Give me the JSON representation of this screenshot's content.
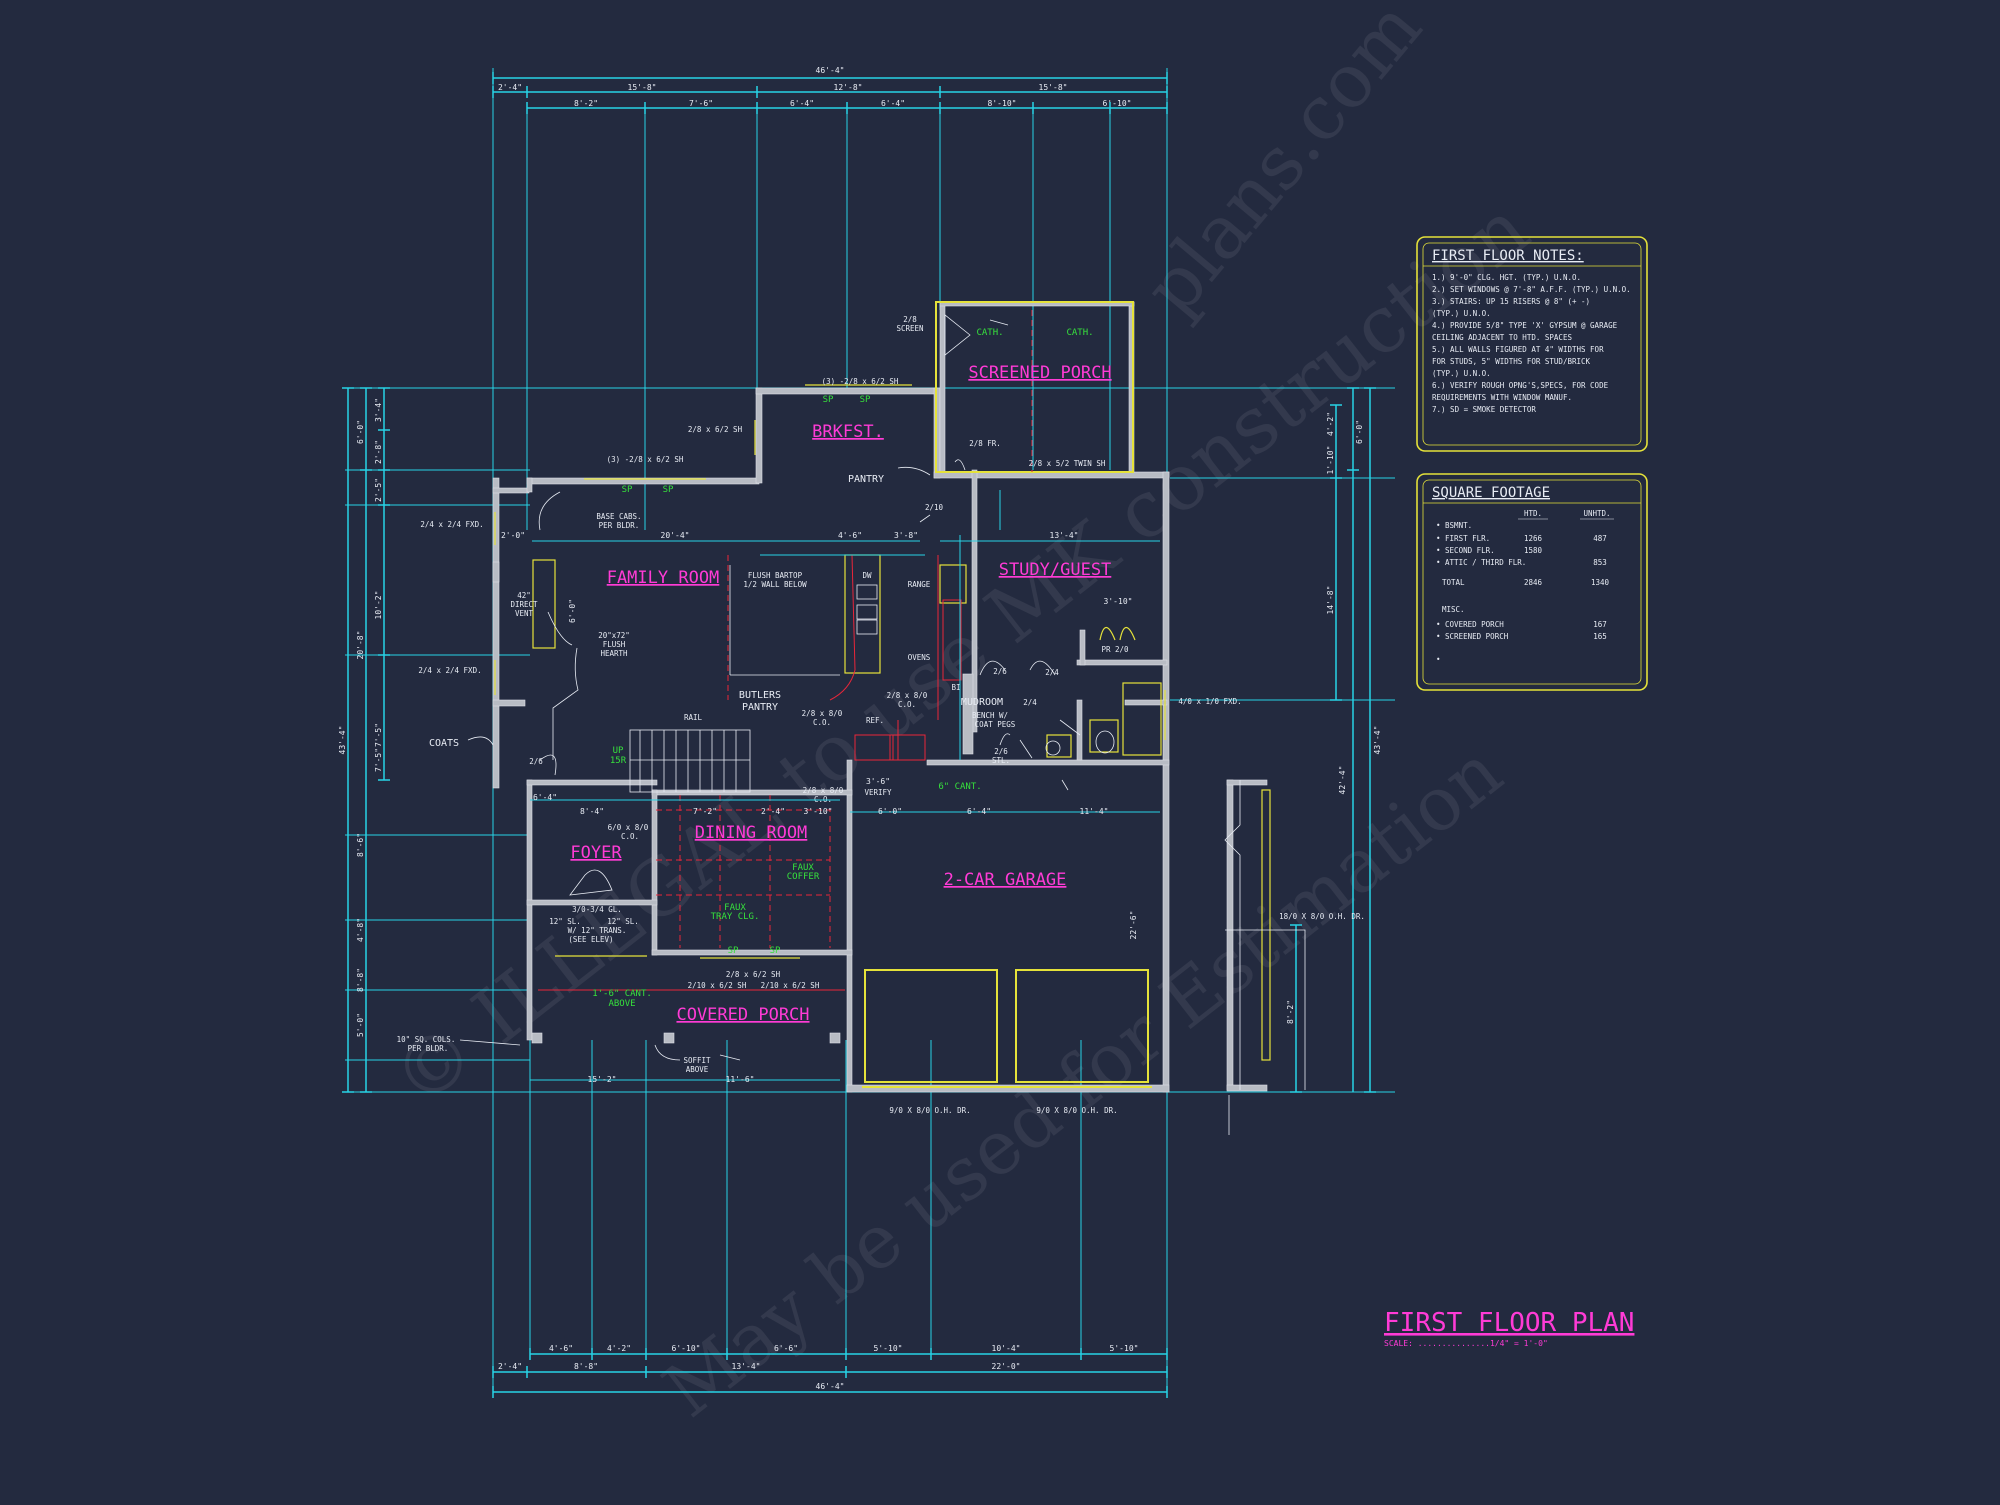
{
  "rooms": {
    "screened_porch": "SCREENED PORCH",
    "brkfst": "BRKFST.",
    "family_room": "FAMILY ROOM",
    "study_guest": "STUDY/GUEST",
    "dining_room": "DINING ROOM",
    "foyer": "FOYER",
    "garage": "2-CAR GARAGE",
    "covered_porch": "COVERED PORCH",
    "mudroom": "MUDROOM"
  },
  "labels": {
    "screen": [
      "2/8",
      "SCREEN"
    ],
    "cath1": "CATH.",
    "cath2": "CATH.",
    "brk_window": "(3) -2/8 x 6/2 SH",
    "win_286": "2/8 x 6/2 SH",
    "win_fam": "(3) -2/8 x 6/2 SH",
    "fr_door": "2/8 FR.",
    "twin_sh": "2/8 x 5/2 TWIN SH",
    "pantry": "PANTRY",
    "d210": "2/10",
    "base_cabs": [
      "BASE CABS.",
      "PER BLDR."
    ],
    "fxd_upper": "2/4 x 2/4 FXD.",
    "fxd_lower": "2/4 x 2/4 FXD.",
    "direct_vent": [
      "42\"",
      "DIRECT",
      "VENT"
    ],
    "hearth": [
      "20\"x72\"",
      "FLUSH",
      "HEARTH"
    ],
    "bartop": [
      "FLUSH BARTOP",
      "1/2 WALL BELOW"
    ],
    "dw": "DW",
    "range": "RANGE",
    "ovens": "OVENS",
    "co_28": [
      "2/8 x 8/0",
      "C.O."
    ],
    "butlers": [
      "BUTLERS",
      "PANTRY"
    ],
    "co_28b": [
      "2/8 x 8/0",
      "C.O."
    ],
    "ref": "REF.",
    "rail": "RAIL",
    "up": [
      "UP",
      "15R"
    ],
    "coats": "COATS",
    "d26_coat": "2/6",
    "d26_study": "2/6",
    "d24a": "2/4",
    "d24b": "2/4",
    "pr": "PR 2/0",
    "bench": [
      "BENCH W/",
      "COAT PEGS"
    ],
    "d26stl": [
      "2/6",
      "STL."
    ],
    "cant": "6\" CANT.",
    "verify": "VERIFY",
    "co_28c": [
      "2/8 x 8/0",
      "C.O."
    ],
    "co_610": [
      "6/0 x 8/0",
      "C.O."
    ],
    "faux_coffer": [
      "FAUX",
      "COFFER"
    ],
    "faux_tray": [
      "FAUX",
      "TRAY CLG."
    ],
    "sidelight": [
      "3/0-3/4 GL.",
      "W/ 12\" TRANS.",
      "(SEE ELEV)"
    ],
    "sl_left": "12\" SL.",
    "sl_right": "12\" SL.",
    "cant_above": [
      "1'-6\" CANT.",
      "ABOVE"
    ],
    "porch_win_a": "2/8 x 6/2 SH",
    "porch_win_b": "2/10 x 6/2 SH",
    "porch_win_c": "2/10 x 6/2 SH",
    "cols": [
      "10\" SQ. COLS.",
      "PER BLDR."
    ],
    "soffit": [
      "SOFFIT",
      "ABOVE"
    ],
    "ohd_left": "9/0 X 8/0 O.H. DR.",
    "ohd_right": "9/0 X 8/0 O.H. DR.",
    "ohd_side": "18/0 X 8/0 O.H. DR.",
    "fxd_right": "4/0 x 1/0 FXD.",
    "bi": "BI",
    "sp": "SP"
  },
  "dims": {
    "top_overall": "46'-4\"",
    "top_row1": [
      "2'-4\"",
      "15'-8\"",
      "12'-8\"",
      "15'-8\""
    ],
    "top_row2": [
      "8'-2\"",
      "7'-6\"",
      "6'-4\"",
      "6'-4\"",
      "8'-10\"",
      "6'-10\""
    ],
    "bottom_overall": "46'-4\"",
    "bottom_row1": [
      "2'-4\"",
      "8'-8\"",
      "13'-4\"",
      "22'-0\""
    ],
    "bottom_row2": [
      "4'-6\"",
      "4'-2\"",
      "6'-10\"",
      "6'-6\"",
      "5'-10\"",
      "10'-4\"",
      "5'-10\""
    ],
    "left_overall": "43'-4\"",
    "left_mid": "20'-8\"",
    "left_top": [
      "6'-0\"",
      "3'-4\"",
      "2'-8\""
    ],
    "left_bot": [
      "7'-5\"",
      "8'-6\"",
      "4'-8\"",
      "8'-8\"",
      "5'-0\""
    ],
    "left_inner": [
      "2'-5\"",
      "10'-2\"",
      "7'-5\""
    ],
    "right_overall": "43'-4\"",
    "right_top": [
      "6'-0\"",
      "4'-2\"",
      "42'-4\""
    ],
    "right_mid": [
      "1'-10\"",
      "14'-8\""
    ],
    "right_side": "8'-2\"",
    "int_family": "20'-4\"",
    "int_46": "4'-6\"",
    "int_38": "3'-8\"",
    "int_134": "13'-4\"",
    "int_310": "3'-10\"",
    "int_20": "2'-0\"",
    "int_64a": "6'-4\"",
    "int_84": "8'-4\"",
    "int_72": "7'-2\"",
    "int_24": "2'-4\"",
    "int_310b": "3'-10\"",
    "int_60": "6'-0\"",
    "int_64b": "6'-4\"",
    "int_114": "11'-4\"",
    "int_36": "3'-6\"",
    "int_150": "15'-2\"",
    "int_116": "11'-6\"",
    "int_60v": "6'-0\"",
    "int_22": "22'-6\""
  },
  "notes": {
    "title": "FIRST FLOOR NOTES:",
    "lines": [
      "1.) 9'-0\" CLG. HGT. (TYP.) U.N.O.",
      "2.) SET WINDOWS @ 7'-8\" A.F.F. (TYP.) U.N.O.",
      "3.) STAIRS: UP 15 RISERS @ 8\" (+ -)",
      "    (TYP.) U.N.O.",
      "4.) PROVIDE 5/8\" TYPE 'X' GYPSUM @ GARAGE",
      "    CEILING ADJACENT TO HTD. SPACES",
      "5.) ALL WALLS FIGURED AT 4\" WIDTHS FOR",
      "    FOR STUDS, 5\" WIDTHS FOR STUD/BRICK",
      "    (TYP.) U.N.O.",
      "6.) VERIFY ROUGH OPNG'S,SPECS, FOR CODE",
      "    REQUIREMENTS WITH WINDOW MANUF.",
      "7.) SD = SMOKE DETECTOR"
    ]
  },
  "square_footage": {
    "title": "SQUARE FOOTAGE",
    "col_htd": "HTD.",
    "col_unhtd": "UNHTD.",
    "rows": [
      {
        "label": "• BSMNT.",
        "htd": "",
        "unhtd": ""
      },
      {
        "label": "• FIRST FLR.",
        "htd": "1266",
        "unhtd": "487"
      },
      {
        "label": "• SECOND FLR.",
        "htd": "1580",
        "unhtd": ""
      },
      {
        "label": "• ATTIC / THIRD FLR.",
        "htd": "",
        "unhtd": "853"
      }
    ],
    "total_label": "TOTAL",
    "total_htd": "2846",
    "total_unhtd": "1340",
    "misc_label": "MISC.",
    "misc_rows": [
      {
        "label": "• COVERED PORCH",
        "val": "167"
      },
      {
        "label": "• SCREENED PORCH",
        "val": "165"
      }
    ],
    "bullet": "•"
  },
  "title_block": {
    "title": "FIRST FLOOR PLAN",
    "scale": "SCALE: ...............1/4\" = 1'-0\""
  },
  "watermark": {
    "line1": "© ILLEGAL to use MK construction",
    "line2": "May be used for Estimation",
    "line3": "plans.com"
  },
  "colors": {
    "background": "#232a3f",
    "dimension": "#27d3e6",
    "room_label": "#ff3bd6",
    "highlight": "#e5e23a",
    "annotation_green": "#36e03c",
    "hidden_red": "#e8263a"
  }
}
